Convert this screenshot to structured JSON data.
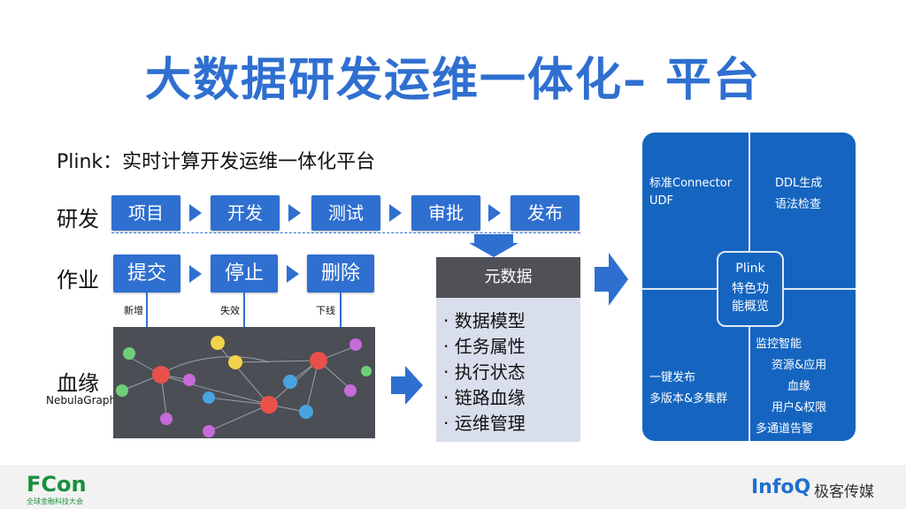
{
  "title": "大数据研发运维一体化– 平台",
  "subtitle": "Plink：实时计算开发运维一体化平台",
  "rows": {
    "dev": {
      "label": "研发",
      "steps": [
        "项目",
        "开发",
        "测试",
        "审批",
        "发布"
      ]
    },
    "job": {
      "label": "作业",
      "steps": [
        "提交",
        "停止",
        "删除"
      ],
      "notes": [
        "新增",
        "失效",
        "下线"
      ]
    },
    "lineage": {
      "label": "血缘",
      "sublabel": "NebulaGraph"
    }
  },
  "metadata": {
    "header": "元数据",
    "items": [
      "· 数据模型",
      "· 任务属性",
      "· 执行状态",
      "· 链路血缘",
      "· 运维管理"
    ]
  },
  "panel": {
    "top_left": [
      "标准Connector",
      "UDF"
    ],
    "top_right": [
      "DDL生成",
      "语法检查"
    ],
    "center": [
      "Plink",
      "特色功",
      "能概览"
    ],
    "bottom_left": [
      "一键发布",
      "多版本&多集群"
    ],
    "bottom_right": [
      "监控智能",
      "资源&应用",
      "血缘",
      "用户&权限",
      "多通道告警"
    ]
  },
  "footer": {
    "left_logo": "FCon",
    "left_sub": "全球金融科技大会",
    "right_logo": "InfoQ",
    "right_text": "极客传媒"
  }
}
